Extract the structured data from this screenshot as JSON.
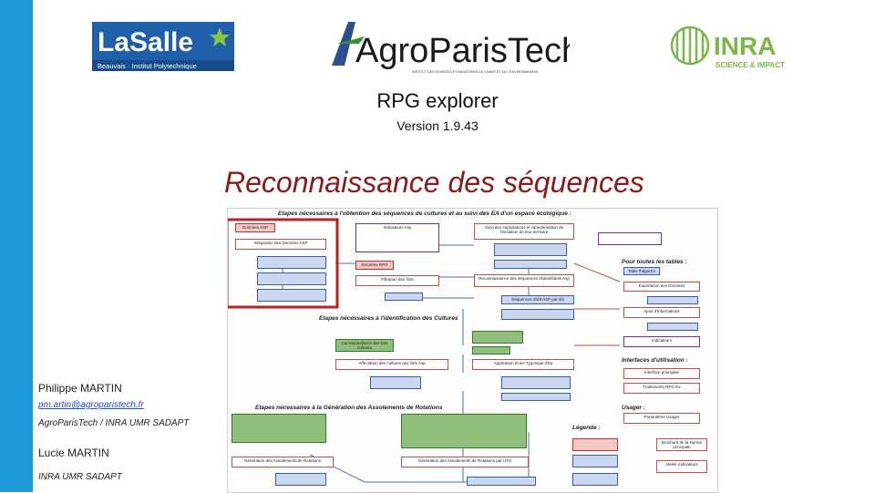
{
  "slide": {
    "title": "RPG explorer",
    "version": "Version 1.9.43",
    "heading": "Reconnaissance des séquences",
    "colors": {
      "sidebar": "#1e9bd7",
      "heading": "#8b1a1a",
      "highlight": "#b82222"
    }
  },
  "logos": {
    "lasalle": {
      "name": "LaSalle",
      "subtitle": "Beauvais · Institut Polytechnique"
    },
    "agroparistech": {
      "name": "AgroParisTech",
      "subtitle": "INSTITUT DES SCIENCES ET INDUSTRIES DU VIVANT ET DE L'ENVIRONNEMENT"
    },
    "inra": {
      "name": "INRA",
      "subtitle": "SCIENCE & IMPACT"
    }
  },
  "authors": [
    {
      "name": "Philippe MARTIN",
      "email": "pm.artin@agroparistech.fr",
      "affiliation": "AgroParisTech / INRA UMR SADAPT"
    },
    {
      "name": "Lucie MARTIN",
      "affiliation": "INRA UMR SADAPT"
    }
  ],
  "diagram": {
    "sections": {
      "s1": "Etapes nécessaires à l'obtention des séquences de cultures et au suivi des EA d'un espace écologique :",
      "s2": "Etapes nécessaires à l'identification des Cultures",
      "s3": "Etapes nécessaires à la Génération des Assolements de Rotations",
      "tables": "Pour toutes les tables :",
      "interfaces": "Interfaces d'utilisation :",
      "usager": "Usager :",
      "legende": "Légende :"
    },
    "boxes": {
      "donnees_asp": "Données ASP",
      "integration": "Intégration des Données ASP",
      "indicateurs": "Indicateurs Asp",
      "suivi": "Suivi des exploitations et caractérisation de l'évolution de leur territoire",
      "donnees_rpg": "Données RPG",
      "filtration": "Filtration des îlots",
      "reconnaissance": "Reconnaissance des séquences d'identifiants Asp",
      "sequences": "Séquences d'ilôt ASP par ilôt",
      "table_hdgs": "Table fhdgsrDJ",
      "exportation": "Exportation des Données",
      "ajout": "Ajout d'informations",
      "indicateurs2": "Indicateurs",
      "interface_principale": "Interface principale",
      "traitements": "Traitements RPG-Ex",
      "parametres": "Paramètres Usager",
      "correspondance": "Correspondance des ilots cultures",
      "affectation": "Affectation des cultures aux ilots Asp",
      "application": "Application d'une Typologie d'Ea",
      "generation": "Génération des Assolements de Rotations",
      "rotations": "Génération des Assolements de Rotations par UTS",
      "atelier": "Atelier indicateurs",
      "brochure": "Brochure de la Norme principale"
    }
  }
}
